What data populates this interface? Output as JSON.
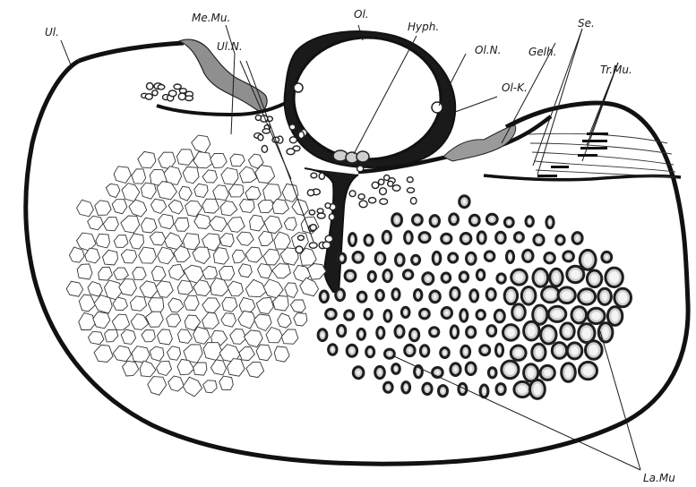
{
  "labels": {
    "ul": "Ul.",
    "me_mu": "Me.Mu.",
    "ul_n": "Ul.N.",
    "ol": "Ol.",
    "hyph": "Hyph.",
    "ol_n": "Ol.N.",
    "gelh": "Gelh.",
    "se": "Se.",
    "tr_mu": "Tr.Mu.",
    "ol_k": "Ol-K.",
    "la_mu": "La.Mu"
  },
  "colors": {
    "ink": "#111111",
    "shade": "#9a9a9a",
    "paper": "#ffffff"
  }
}
